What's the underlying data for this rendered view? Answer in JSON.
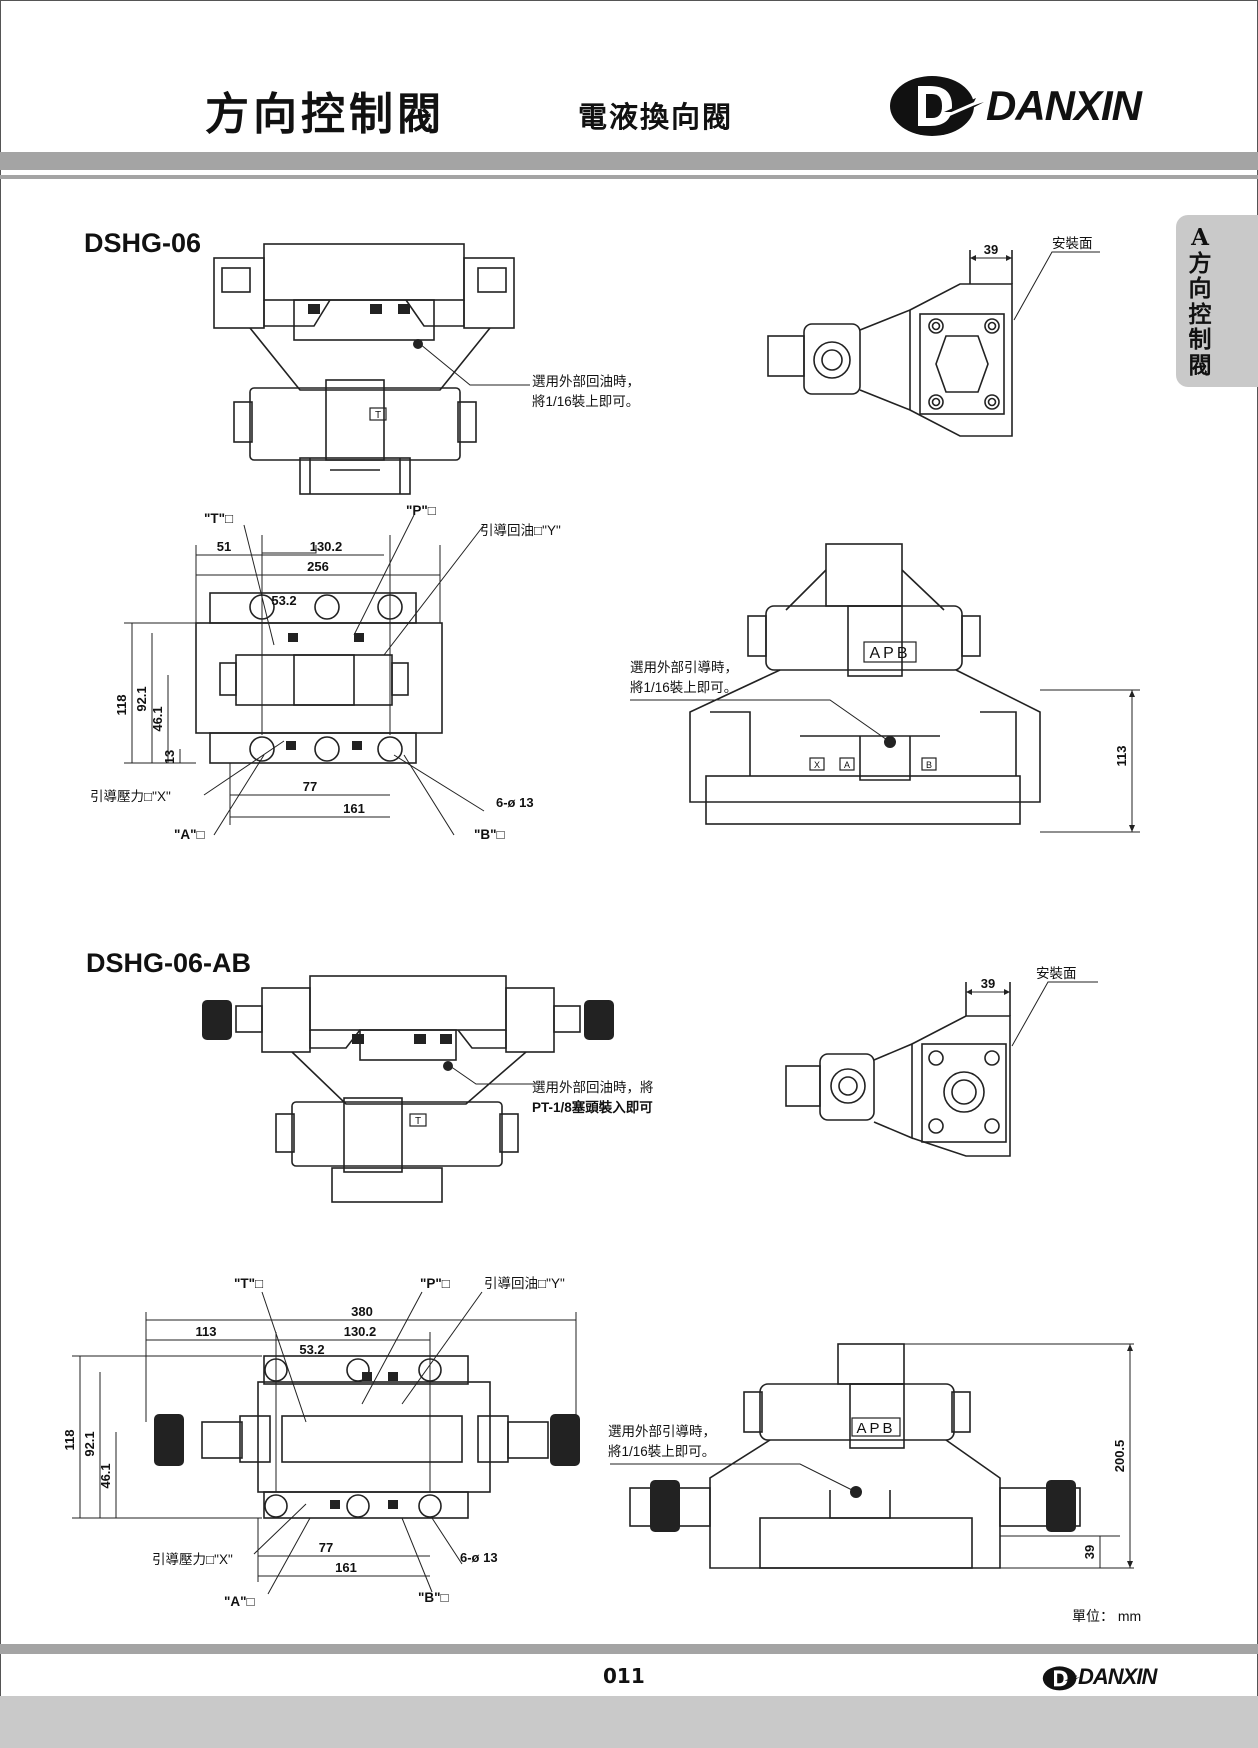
{
  "header": {
    "title": "方向控制閥",
    "subtitle": "電液換向閥",
    "brand": "DANXIN"
  },
  "side_tab": {
    "letter": "A",
    "label": "方向控制閥"
  },
  "section1": {
    "model": "DSHG-06",
    "top_view": {
      "note_line1": "選用外部回油時，",
      "note_line2": "將1/16裝上即可。",
      "solenoid_mark": "T"
    },
    "end_view": {
      "dim_39": "39",
      "mounting_surface": "安裝面"
    },
    "plan_view": {
      "port_t": "\"T\"□",
      "port_p": "\"P\"□",
      "pilot_drain": "引導回油□\"Y\"",
      "pilot_pressure": "引導壓力□\"X\"",
      "port_a": "\"A\"□",
      "port_b": "\"B\"□",
      "bolts": "6-ø 13",
      "dims": {
        "overall": "256",
        "offset": "51",
        "pitch": "130.2",
        "inner": "53.2",
        "height": "118",
        "h2": "92.1",
        "h3": "46.1",
        "h4": "13",
        "bottom1": "77",
        "bottom2": "161"
      }
    },
    "side_view": {
      "note_line1": "選用外部引導時，",
      "note_line2": "將1/16裝上即可。",
      "nameplate": "APB",
      "dim_height": "113",
      "port_letters": [
        "X",
        "A",
        "B"
      ]
    }
  },
  "section2": {
    "model": "DSHG-06-AB",
    "top_view": {
      "note_line1": "選用外部回油時，將",
      "note_line2": "PT-1/8塞頭裝入即可",
      "solenoid_mark": "T"
    },
    "end_view": {
      "dim_39": "39",
      "mounting_surface": "安裝面"
    },
    "plan_view": {
      "port_t": "\"T\"□",
      "port_p": "\"P\"□",
      "pilot_drain": "引導回油□\"Y\"",
      "pilot_pressure": "引導壓力□\"X\"",
      "port_a": "\"A\"□",
      "port_b": "\"B\"□",
      "bolts": "6-ø 13",
      "dims": {
        "overall": "380",
        "offset": "113",
        "pitch": "130.2",
        "inner": "53.2",
        "height": "118",
        "h2": "92.1",
        "h3": "46.1",
        "bottom1": "77",
        "bottom2": "161"
      }
    },
    "side_view": {
      "note_line1": "選用外部引導時，",
      "note_line2": "將1/16裝上即可。",
      "nameplate": "APB",
      "dim_height": "200.5",
      "dim_low": "39"
    }
  },
  "footer": {
    "unit": "單位： mm",
    "page_number": "011",
    "brand": "DANXIN"
  }
}
